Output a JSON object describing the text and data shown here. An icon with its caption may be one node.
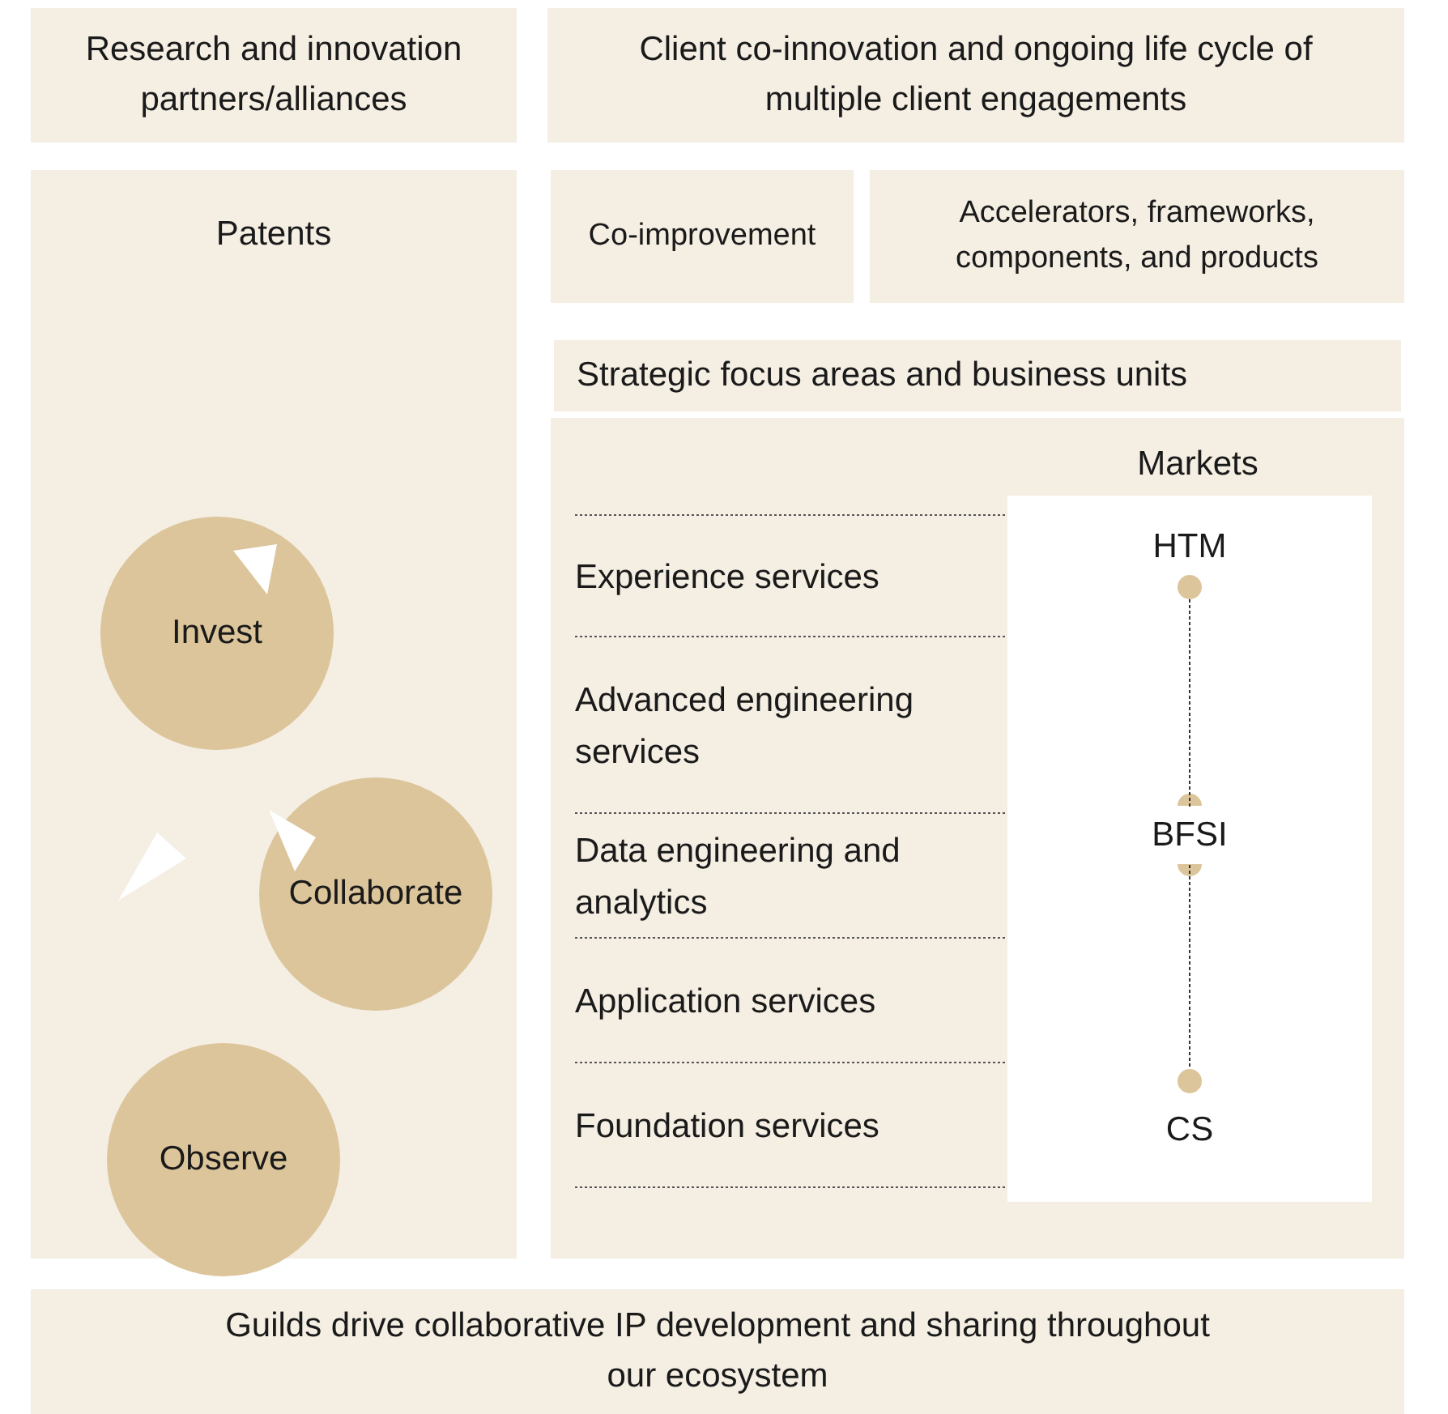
{
  "diagram": {
    "nodes": [
      {
        "text": [
          "Research and innovation partners/alliances"
        ]
      },
      {
        "text": [
          "Client co-innovation and ongoing life cycle of multiple client engagements"
        ]
      },
      {
        "text": [
          "Patents"
        ]
      },
      {
        "text": [
          "Invest"
        ],
        "in": 2
      },
      {
        "text": [
          "Collaborate"
        ],
        "in": 2
      },
      {
        "text": [
          "Observe"
        ],
        "in": 2
      },
      {
        "text": [
          "Co-improvement"
        ]
      },
      {
        "text": [
          "Accelerators, frameworks, components, and products"
        ]
      },
      {
        "text": [
          "Strategic focus areas and business units"
        ]
      },
      {
        "text": [
          "Markets"
        ]
      },
      {
        "text": [
          "HTM"
        ],
        "in": 9
      },
      {
        "text": [
          "BFSI"
        ],
        "in": 9
      },
      {
        "text": [
          "CS"
        ],
        "in": 9
      },
      {
        "text": [
          "Guilds drive collaborative IP development and sharing throughout our ecosystem"
        ]
      }
    ],
    "edges": [
      {
        "from": 10,
        "to": 11,
        "arrow": "none",
        "style": "dashed"
      },
      {
        "from": 11,
        "to": 12,
        "arrow": "none",
        "style": "dashed"
      }
    ],
    "labels": [
      "Experience services",
      "Advanced engineering services",
      "Data engineering and analytics",
      "Application services",
      "Foundation services"
    ]
  }
}
